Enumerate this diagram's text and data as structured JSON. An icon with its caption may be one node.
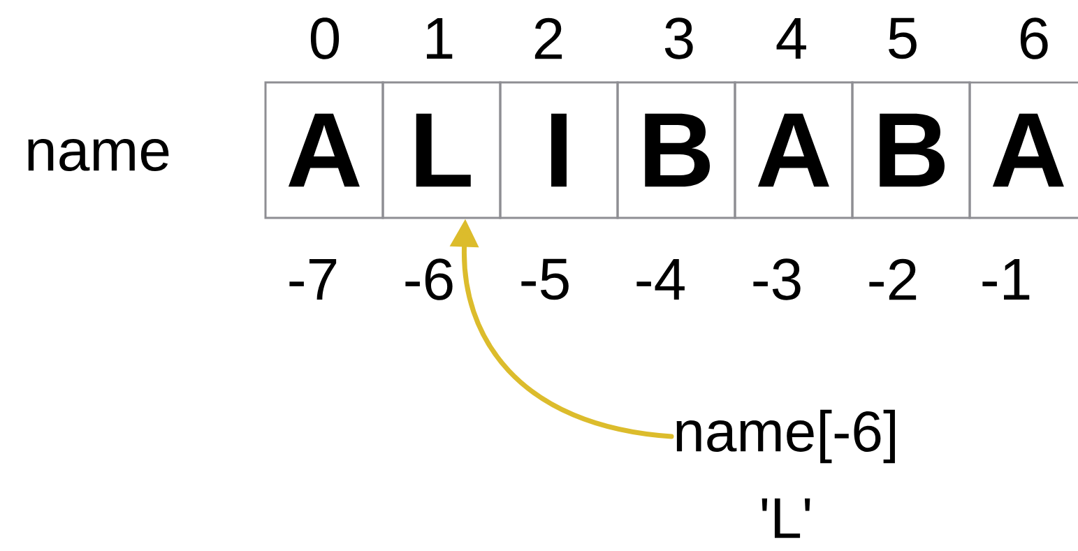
{
  "diagram": {
    "nodes": [
      {
        "text": [
          "A"
        ]
      },
      {
        "text": [
          "L"
        ]
      },
      {
        "text": [
          "I"
        ]
      },
      {
        "text": [
          "B"
        ]
      },
      {
        "text": [
          "A"
        ]
      },
      {
        "text": [
          "B"
        ]
      },
      {
        "text": [
          "A"
        ]
      },
      {
        "text": [
          "name[-6]"
        ],
        "beside": [
          "'L'"
        ]
      }
    ],
    "edges": [
      {
        "from": 7,
        "to": 1,
        "arrow": "to",
        "color": "#dcbc2c"
      }
    ],
    "labels": [
      "0",
      "1",
      "2",
      "3",
      "4",
      "5",
      "6",
      "name",
      "-7",
      "-6",
      "-5",
      "-4",
      "-3",
      "-2",
      "-1"
    ]
  }
}
